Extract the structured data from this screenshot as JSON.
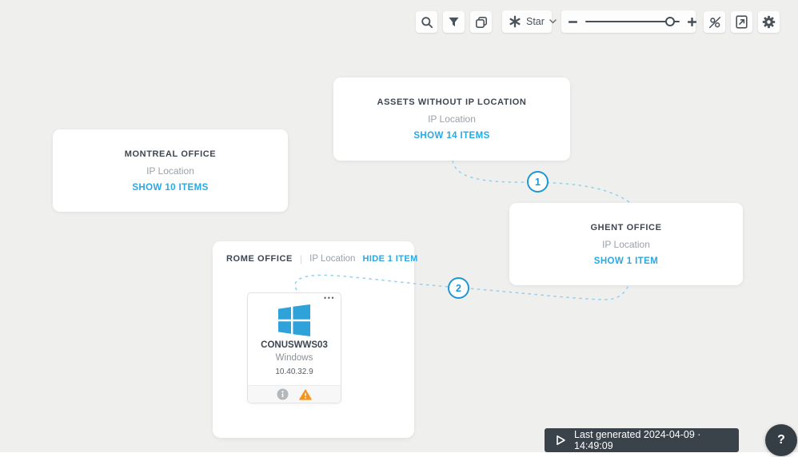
{
  "toolbar": {
    "layout_selector": {
      "label": "Star"
    },
    "zoom_slider": {
      "handle_pct": 90
    }
  },
  "groups": [
    {
      "title": "ASSETS WITHOUT IP LOCATION",
      "subtitle": "IP Location",
      "action": "SHOW 14 ITEMS"
    },
    {
      "title": "MONTREAL OFFICE",
      "subtitle": "IP Location",
      "action": "SHOW 10 ITEMS"
    },
    {
      "title": "GHENT OFFICE",
      "subtitle": "IP Location",
      "action": "SHOW 1 ITEM"
    }
  ],
  "expanded_group": {
    "title": "ROME OFFICE",
    "divider": "|",
    "subtitle": "IP Location",
    "action": "HIDE 1 ITEM",
    "asset": {
      "name": "CONUSWWS03",
      "os": "Windows",
      "ip": "10.40.32.9",
      "menu_icon": "•••"
    }
  },
  "connectors": [
    {
      "label": "1"
    },
    {
      "label": "2"
    }
  ],
  "status_bar": {
    "label": "Last generated 2024-04-09 · 14:49:09"
  },
  "help_button": {
    "label": "?"
  },
  "colors": {
    "accent_blue": "#29a9e1",
    "badge_blue": "#1f97d4",
    "connector_blue": "#96cfeb",
    "warning_orange": "#f5941f",
    "dark_bar": "#3a424a",
    "windows_blue": "#2fa3d9",
    "canvas_gray": "#efefee"
  }
}
